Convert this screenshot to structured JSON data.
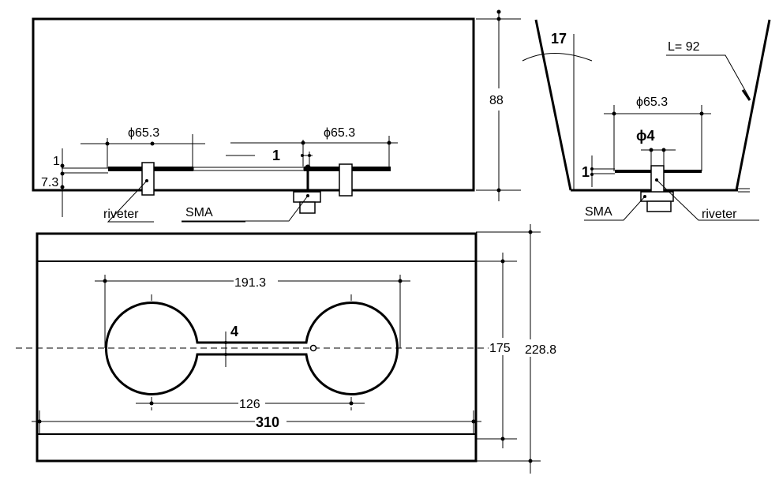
{
  "side_view": {
    "height": "88",
    "patch_diameter_left": "ϕ65.3",
    "patch_diameter_right": "ϕ65.3",
    "gap": "1",
    "thickness": "1",
    "substrate_height": "7.3",
    "riveter_label": "riveter",
    "sma_label": "SMA"
  },
  "end_view": {
    "angle": "17",
    "wall_length": "L= 92",
    "patch_diameter": "ϕ65.3",
    "pin_diameter": "ϕ4",
    "thickness": "1",
    "sma_label": "SMA",
    "riveter_label": "riveter"
  },
  "top_view": {
    "outer_span": "191.3",
    "center_distance": "126",
    "length": "310",
    "slot_width": "4",
    "inner_width": "175",
    "total_width": "228.8"
  }
}
